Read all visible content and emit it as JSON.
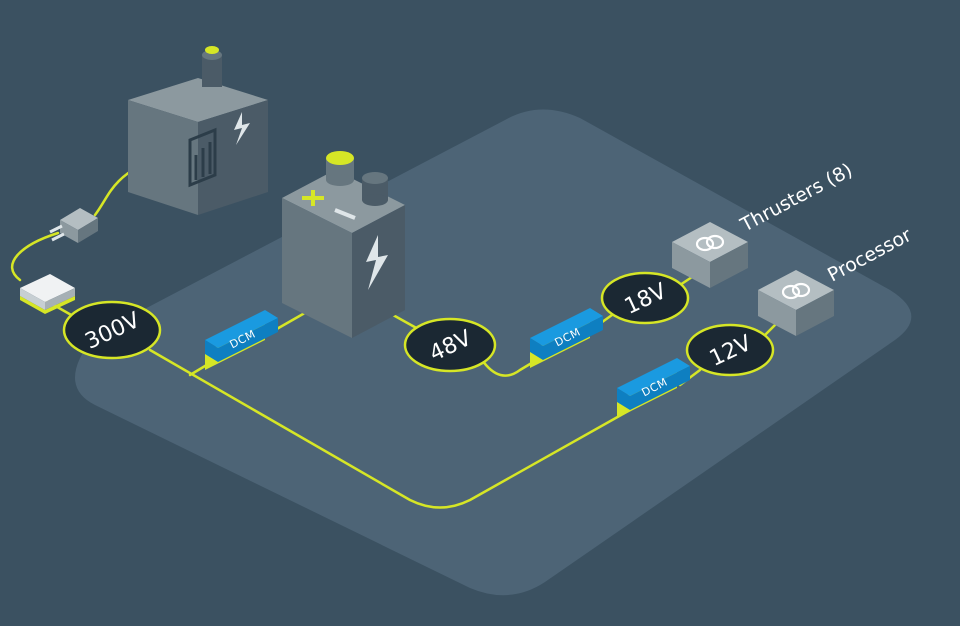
{
  "colors": {
    "background": "#3b5161",
    "platform": "#4d6476",
    "wire": "#d6e626",
    "voltage_fill": "#1b2833",
    "dcm_blue": "#0e7fc1",
    "device_dark": "#4b5b67",
    "device_mid": "#66767f",
    "device_light": "#8c999f"
  },
  "nodes": {
    "v300": "300V",
    "v48": "48V",
    "v18": "18V",
    "v12": "12V"
  },
  "converters": {
    "dcm1": "DCM",
    "dcm2": "DCM",
    "dcm3": "DCM"
  },
  "loads": {
    "thrusters": "Thrusters (8)",
    "processor": "Processor"
  },
  "icons": {
    "generator": "generator-icon",
    "plug": "power-plug-icon",
    "battery": "battery-icon",
    "transformer": "transformer-icon"
  }
}
